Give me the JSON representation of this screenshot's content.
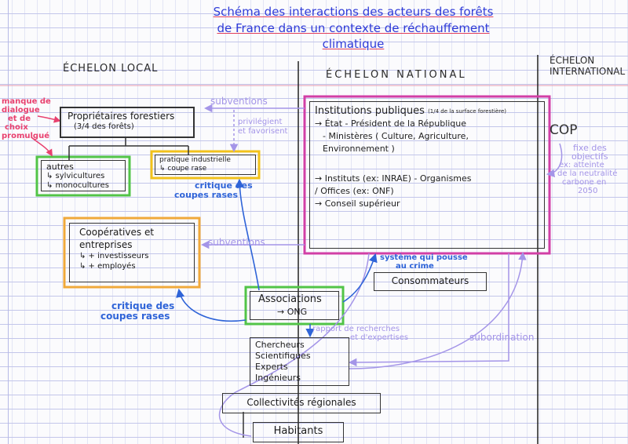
{
  "title": {
    "line1": "Schéma des interactions des acteurs des forêts",
    "line2": "de France dans un contexte de réchauffement",
    "line3": "climatique"
  },
  "echelons": {
    "local": "ÉCHELON LOCAL",
    "national": "ÉCHELON NATIONAL",
    "international_1": "ÉCHELON",
    "international_2": "INTERNATIONAL"
  },
  "nodes": {
    "proprietaires": {
      "line1": "Propriétaires forestiers",
      "line2": "(3/4 des forêts)"
    },
    "autres": {
      "line1": "autres",
      "line2": "↳ sylvicultures",
      "line3": "↳ monocultures"
    },
    "pratique": {
      "line1": "pratique industrielle",
      "line2": "↳ coupe rase"
    },
    "cooperatives": {
      "line1": "Coopératives et",
      "line2": "entreprises",
      "line3": "↳ + investisseurs",
      "line4": "↳ + employés"
    },
    "institutions": {
      "line1": "Institutions publiques",
      "note": "(1/4 de la surface forestière)",
      "line2": "→ État - Président de la République",
      "line3": "- Ministères ( Culture, Agriculture,",
      "line4": "Environnement )",
      "line5": "→ Instituts (ex: INRAE) - Organismes",
      "line6": "/ Offices (ex: ONF)",
      "line7": "→ Conseil supérieur"
    },
    "cop": "COP",
    "consommateurs": "Consommateurs",
    "associations": {
      "line1": "Associations",
      "line2": "→ ONG"
    },
    "chercheurs": {
      "line1": "Chercheurs",
      "line2": "Scientifiques",
      "line3": "Experts",
      "line4": "Ingénieurs"
    },
    "collectivites": "Collectivités régionales",
    "habitants": "Habitants"
  },
  "edge_labels": {
    "subventions_top": "subventions",
    "privilegient_1": "privilégient",
    "privilegient_2": "et favorisent",
    "critique_1_a": "critique des",
    "critique_1_b": "coupes rases",
    "subventions_mid": "subventions",
    "critique_2_a": "critique des",
    "critique_2_b": "coupes rases",
    "systeme_1": "système qui pousse",
    "systeme_2": "au crime",
    "rapport_1": "rapport de recherches",
    "rapport_2": "et d'expertises",
    "subordination": "subordination",
    "fixe_1": "fixe des",
    "fixe_2": "objectifs",
    "fixe_3": "ex: atteinte",
    "fixe_4": "de la neutralité",
    "fixe_5": "carbone en",
    "fixe_6": "2050",
    "manque_1": "manque de",
    "manque_2": "dialogue",
    "manque_3": "et de",
    "manque_4": "choix",
    "manque_5": "promulgué"
  },
  "colors": {
    "ink_blue": "#2f3bd8",
    "title_underline": "#e0405d",
    "arrow_blue": "#2f64d8",
    "arrow_violet": "#a495e8",
    "highlight_green": "#52c447",
    "highlight_yellow": "#f2c21a",
    "highlight_orange": "#f0a93a",
    "highlight_magenta": "#d23fa6",
    "pink_text": "#e8416f"
  }
}
